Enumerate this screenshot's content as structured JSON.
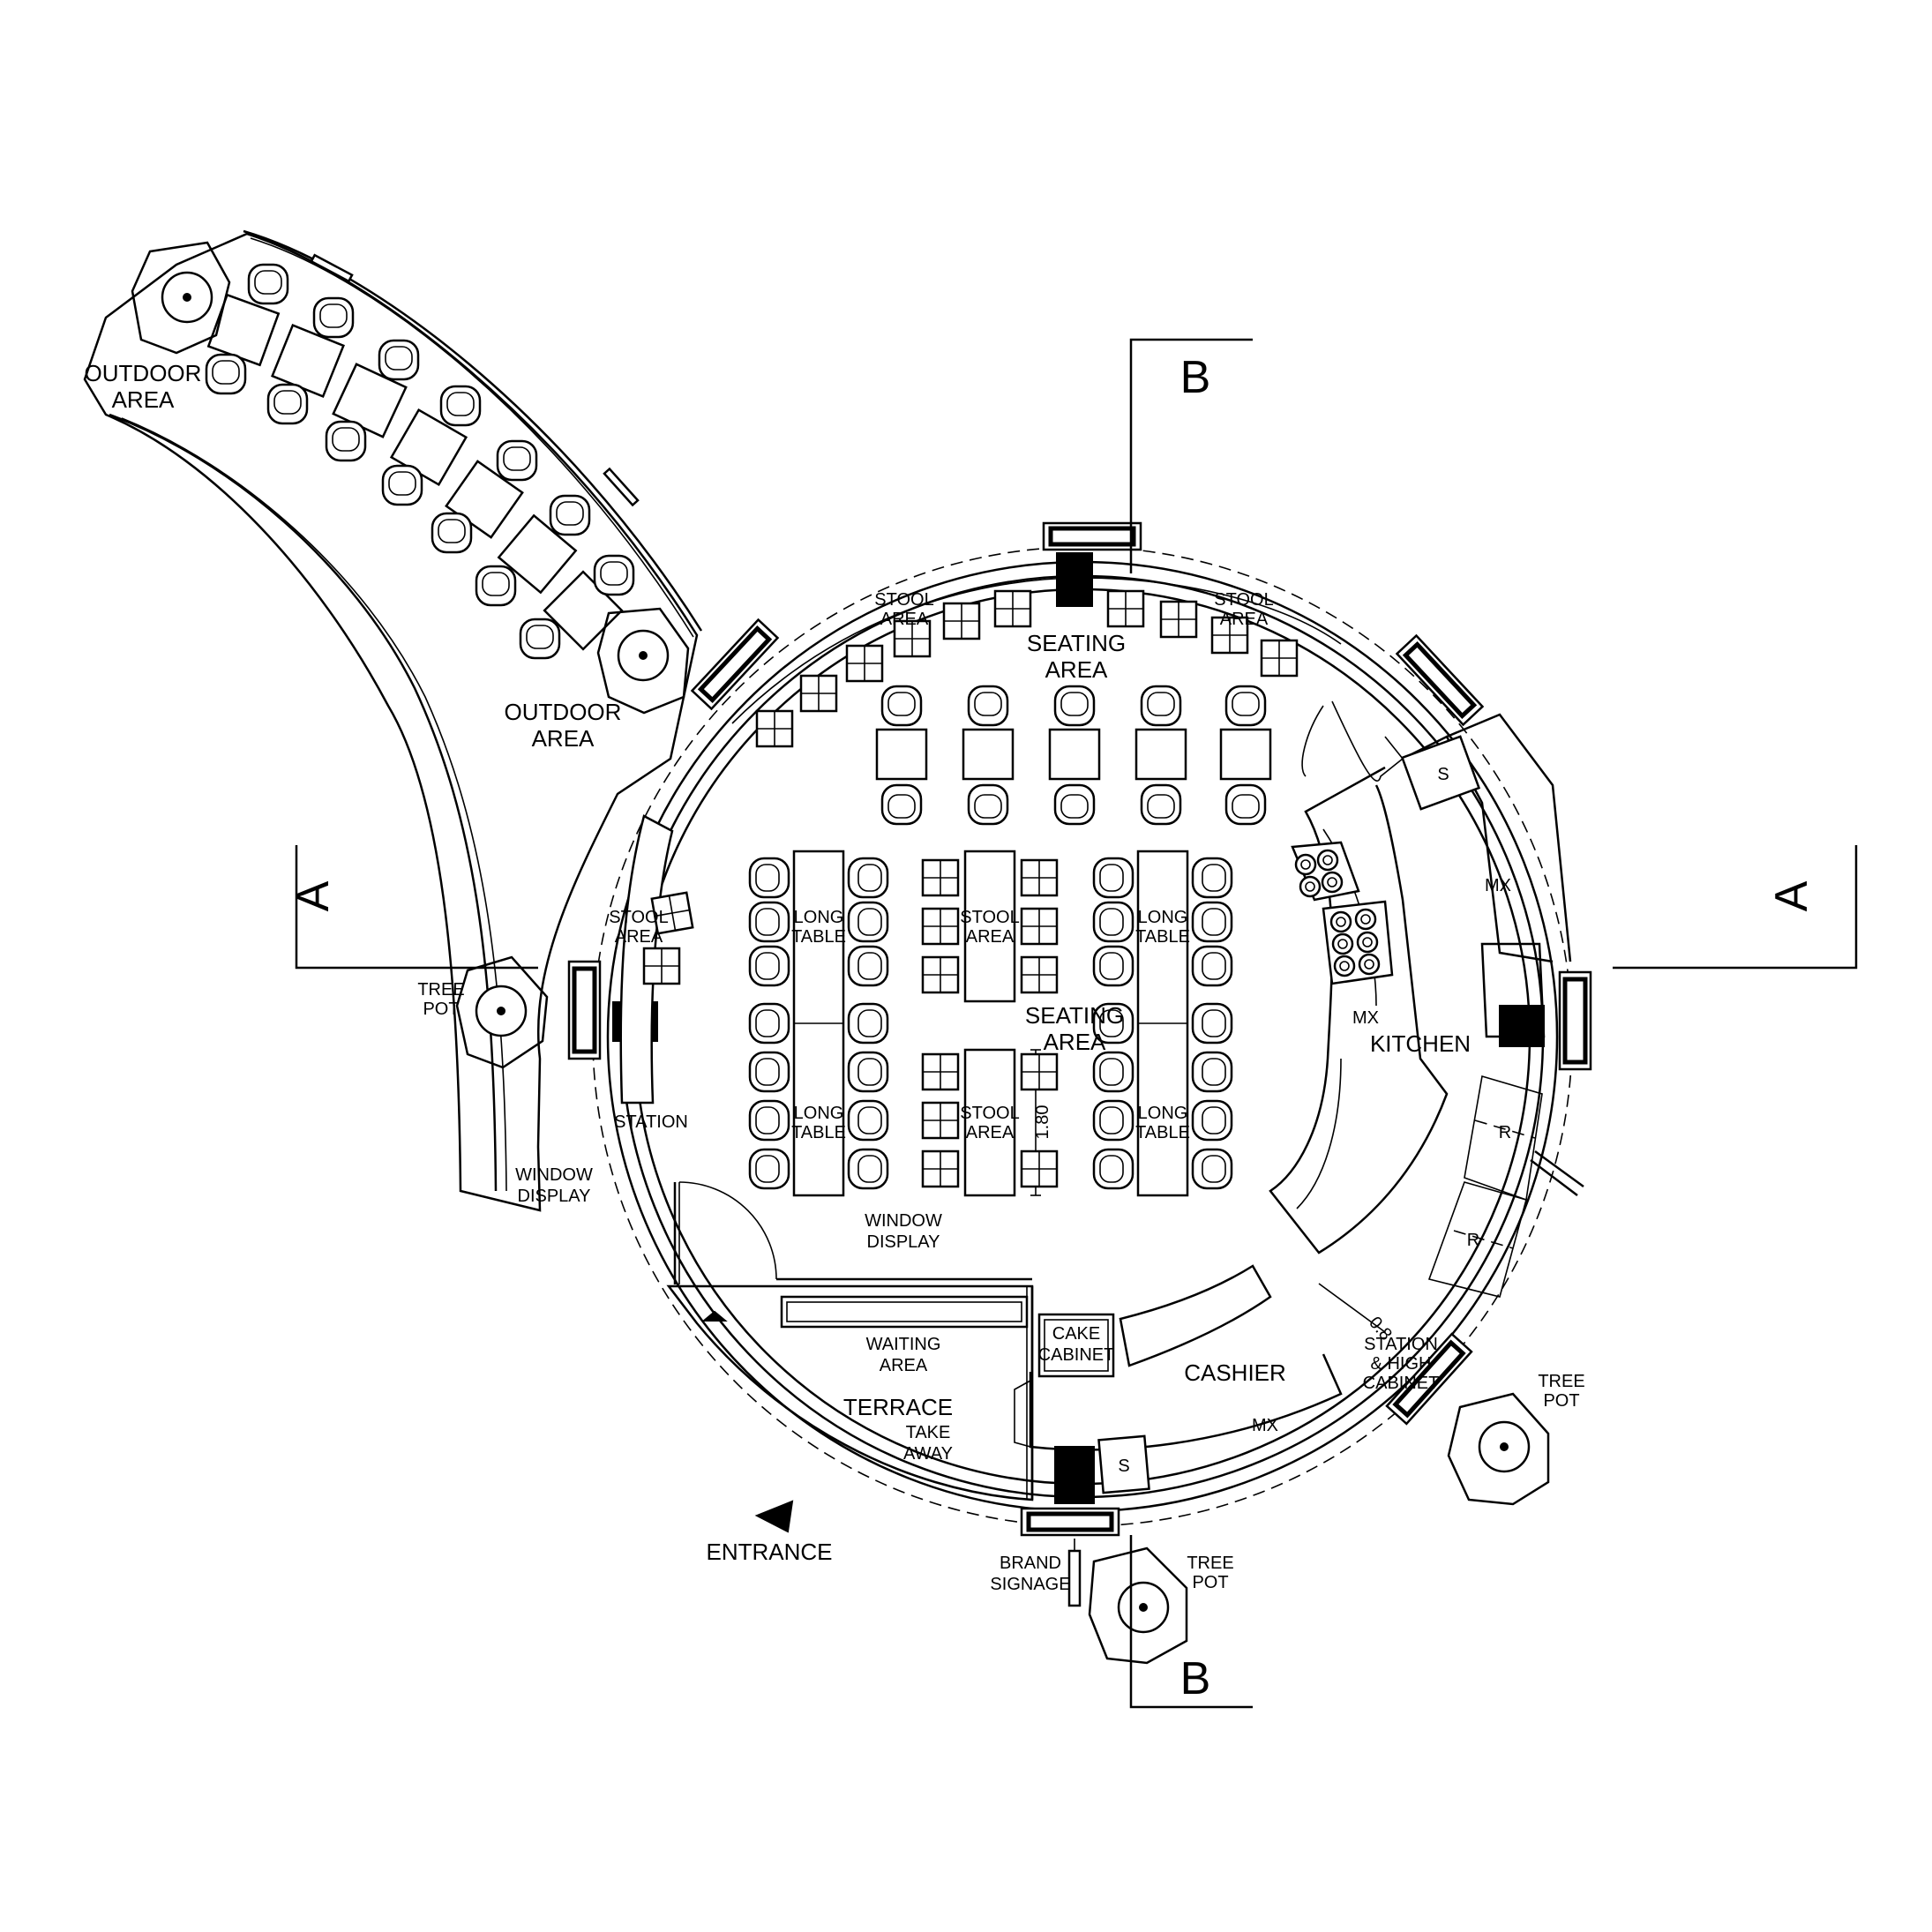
{
  "labels": {
    "outdoor_area_1": [
      "OUTDOOR",
      "AREA"
    ],
    "outdoor_area_2": [
      "OUTDOOR",
      "AREA"
    ],
    "stool_area_top_left": [
      "STOOL",
      "AREA"
    ],
    "stool_area_top_right": [
      "STOOL",
      "AREA"
    ],
    "seating_area_top": [
      "SEATING",
      "AREA"
    ],
    "seating_area_center": [
      "SEATING",
      "AREA"
    ],
    "stool_area_left": [
      "STOOL",
      "AREA"
    ],
    "stool_area_center_upper": [
      "STOOL",
      "AREA"
    ],
    "stool_area_center_lower": [
      "STOOL",
      "AREA"
    ],
    "long_table_1": [
      "LONG",
      "TABLE"
    ],
    "long_table_2": [
      "LONG",
      "TABLE"
    ],
    "long_table_3": [
      "LONG",
      "TABLE"
    ],
    "long_table_4": [
      "LONG",
      "TABLE"
    ],
    "tree_pot_left": [
      "TREE",
      "POT"
    ],
    "tree_pot_right": [
      "TREE",
      "POT"
    ],
    "tree_pot_bottom": [
      "TREE",
      "POT"
    ],
    "station": "STATION",
    "window_display_left": [
      "WINDOW",
      "DISPLAY"
    ],
    "window_display_center": [
      "WINDOW",
      "DISPLAY"
    ],
    "waiting_area": [
      "WAITING",
      "AREA"
    ],
    "terrace": "TERRACE",
    "take_away": [
      "TAKE",
      "AWAY"
    ],
    "entrance": "ENTRANCE",
    "brand_signage": [
      "BRAND",
      "SIGNAGE"
    ],
    "cake_cabinet": [
      "CAKE",
      "CABINET"
    ],
    "cashier": "CASHIER",
    "kitchen": "KITCHEN",
    "station_high_cabinet": [
      "STATION",
      "& HIGH",
      "CABINET"
    ],
    "mx_top": "MX",
    "mx_left": "MX",
    "mx_bottom": "MX",
    "sink_top": "S",
    "sink_bottom": "S",
    "fridge_1": "R",
    "fridge_2": "R",
    "dimension": "1.80",
    "dimension_small": "0.8"
  },
  "section_marks": {
    "a_left": "A",
    "a_right": "A",
    "b_top": "B",
    "b_bottom": "B"
  }
}
